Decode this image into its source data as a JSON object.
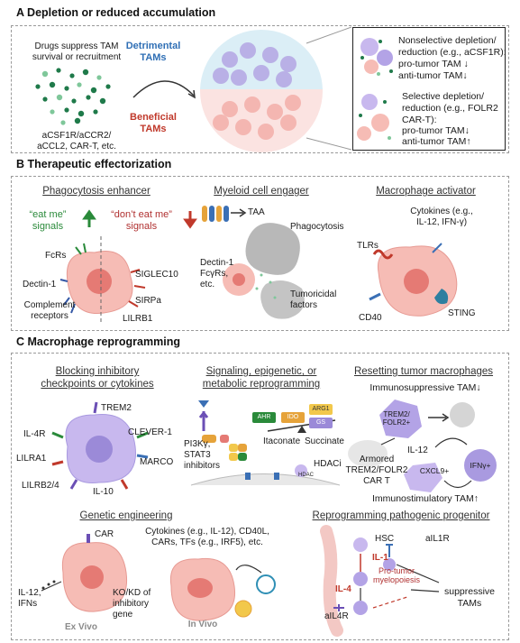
{
  "sectionA": {
    "title": "A  Depletion or reduced accumulation",
    "drugs_text": [
      "Drugs suppress TAM",
      "survival or recruitment"
    ],
    "drugs_list": [
      "aCSF1R/aCCR2/",
      "aCCL2, CAR-T, etc."
    ],
    "detrimental": [
      "Detrimental",
      "TAMs"
    ],
    "beneficial": [
      "Beneficial",
      "TAMs"
    ],
    "nonselective": [
      "Nonselective depletion/",
      "reduction (e.g., aCSF1R):",
      "pro-tumor TAM ↓",
      "anti-tumor TAM↓"
    ],
    "selective": [
      "Selective depletion/",
      "reduction (e.g., FOLR2",
      "CAR-T):",
      "pro-tumor TAM↓",
      "anti-tumor TAM↑"
    ]
  },
  "sectionB": {
    "title": "B  Therapeutic effectorization",
    "phago_title": "Phagocytosis enhancer",
    "eat_me": [
      "“eat me”",
      "signals"
    ],
    "dont_eat_me": [
      "“don’t eat me”",
      "signals"
    ],
    "labels": {
      "fcrs": "FcRs",
      "dectin": "Dectin-1",
      "complement": [
        "Complement",
        "receptors"
      ],
      "siglec": "SIGLEC10",
      "sirpa": "SIRPa",
      "lilrb1": "LILRB1"
    },
    "engager_title": "Myeloid cell engager",
    "taa": "TAA",
    "phagocytosis": "Phagocytosis",
    "dectin_fcyrs": [
      "Dectin-1",
      "FcγRs,",
      "etc."
    ],
    "tumoricidal": [
      "Tumoricidal",
      "factors"
    ],
    "activator_title": "Macrophage activator",
    "cytokines": [
      "Cytokines (e.g.,",
      "IL-12, IFN-γ)"
    ],
    "tlrs": "TLRs",
    "cd40": "CD40",
    "sting": "STING"
  },
  "sectionC": {
    "title": "C  Macrophage reprogramming",
    "blocking_title": [
      "Blocking inhibitory",
      "checkpoints or cytokines"
    ],
    "blocking_labels": {
      "trem2": "TREM2",
      "il4r": "IL-4R",
      "clever": "CLEVER-1",
      "lilra1": "LILRA1",
      "marco": "MARCO",
      "lilrb24": "LILRB2/4",
      "il10": "IL-10"
    },
    "signaling_title": [
      "Signaling, epigenetic, or",
      "metabolic reprogramming"
    ],
    "pi3k": [
      "PI3Kγ,",
      "STAT3",
      "inhibitors"
    ],
    "enzymes": [
      "AHR",
      "IDO",
      "ARG1",
      "GS"
    ],
    "itaconate": "Itaconate",
    "succinate": "Succinate",
    "hdaci": "HDACi",
    "hdac": "HDAC",
    "resetting_title": "Resetting tumor macrophages",
    "immunosuppressive": "Immunosuppressive TAM↓",
    "trem2folr2": [
      "TREM2/",
      "FOLR2+"
    ],
    "il12": "IL-12",
    "armored": [
      "Armored",
      "TREM2/FOLR2",
      "CAR T"
    ],
    "cxcl9": "CXCL9+",
    "ifng": "IFNγ+",
    "immunostimulatory": "Immunostimulatory TAM↑",
    "genetic_title": "Genetic engineering",
    "car": "CAR",
    "il12_ifns": [
      "IL-12,",
      "IFNs"
    ],
    "kokd": [
      "KO/KD of",
      "inhibitory",
      "gene"
    ],
    "ex_vivo": "Ex Vivo",
    "in_vivo": "In Vivo",
    "genetic_cytokines": [
      "Cytokines (e.g., IL-12), CD40L,",
      "CARs, TFs (e.g., IRF5), etc."
    ],
    "progenitor_title": "Reprogramming pathogenic progenitor",
    "hsc": "HSC",
    "ail1r": "aIL1R",
    "il1": "IL-1",
    "pro_tumor": [
      "Pro-tumor",
      "myelopoiesis"
    ],
    "il4": "IL-4",
    "ail4r": "aIL4R",
    "suppressive": [
      "suppressive",
      "TAMs"
    ]
  },
  "colors": {
    "green_dots": "#1f7a4a",
    "light_green": "#7fc79a",
    "detrimental_blue": "#2f6fb5",
    "beneficial_red": "#c0392b",
    "purple_cell": "#b9b0e6",
    "pink_cell": "#f4b6b1"
  }
}
